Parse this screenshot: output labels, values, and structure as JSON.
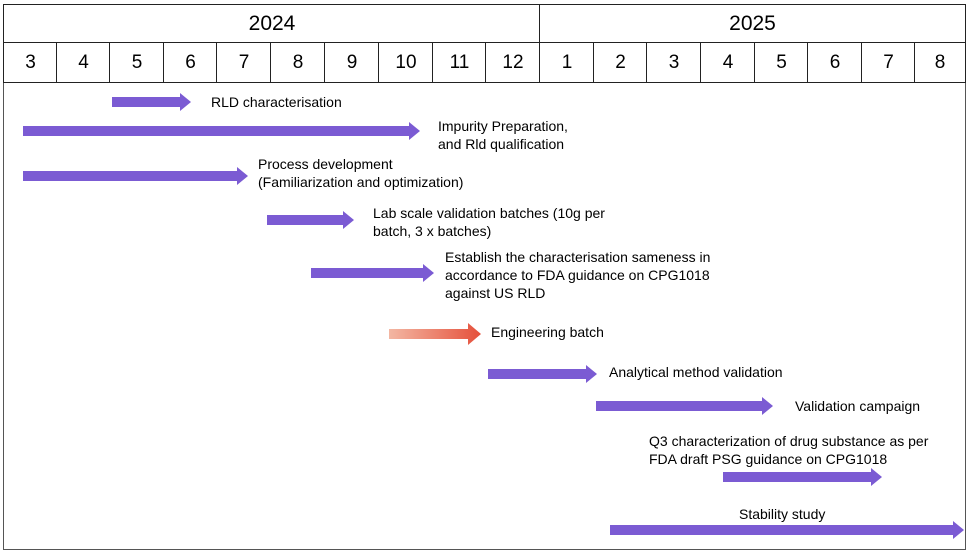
{
  "timeline": {
    "years": [
      {
        "label": "2024",
        "months": [
          "3",
          "4",
          "5",
          "6",
          "7",
          "8",
          "9",
          "10",
          "11",
          "12"
        ]
      },
      {
        "label": "2025",
        "months": [
          "1",
          "2",
          "3",
          "4",
          "5",
          "6",
          "7",
          "8"
        ]
      }
    ]
  },
  "colors": {
    "arrow": "#7b5bd3",
    "engineering_start": "#f3b7a3",
    "engineering_end": "#e5503b",
    "grid": "#222222"
  },
  "tasks": [
    {
      "label": "RLD characterisation",
      "start": "2024-05",
      "end": "2024-06",
      "style": "purple"
    },
    {
      "label": "Impurity Preparation,\nand Rld qualification",
      "start": "2024-03",
      "end": "2024-10",
      "style": "purple"
    },
    {
      "label": "Process development\n (Familiarization and optimization)",
      "start": "2024-03",
      "end": "2024-07",
      "style": "purple"
    },
    {
      "label": "Lab scale validation batches (10g per\nbatch, 3 x batches)",
      "start": "2024-07.5",
      "end": "2024-09",
      "style": "purple"
    },
    {
      "label": "Establish the characterisation sameness in\naccordance to FDA guidance on CPG1018\nagainst US RLD",
      "start": "2024-08",
      "end": "2024-10",
      "style": "purple"
    },
    {
      "label": "Engineering batch",
      "start": "2024-10",
      "end": "2024-11",
      "style": "gradient"
    },
    {
      "label": "Analytical method validation",
      "start": "2024-12",
      "end": "2025-01",
      "style": "purple"
    },
    {
      "label": "Validation campaign",
      "start": "2025-02",
      "end": "2025-04",
      "style": "purple"
    },
    {
      "label": "Q3 characterization of drug substance as per\nFDA draft PSG guidance on CPG1018",
      "start": "2025-04",
      "end": "2025-06",
      "style": "purple"
    },
    {
      "label": "Stability study",
      "start": "2025-02",
      "end": "2025-08",
      "style": "purple"
    }
  ]
}
